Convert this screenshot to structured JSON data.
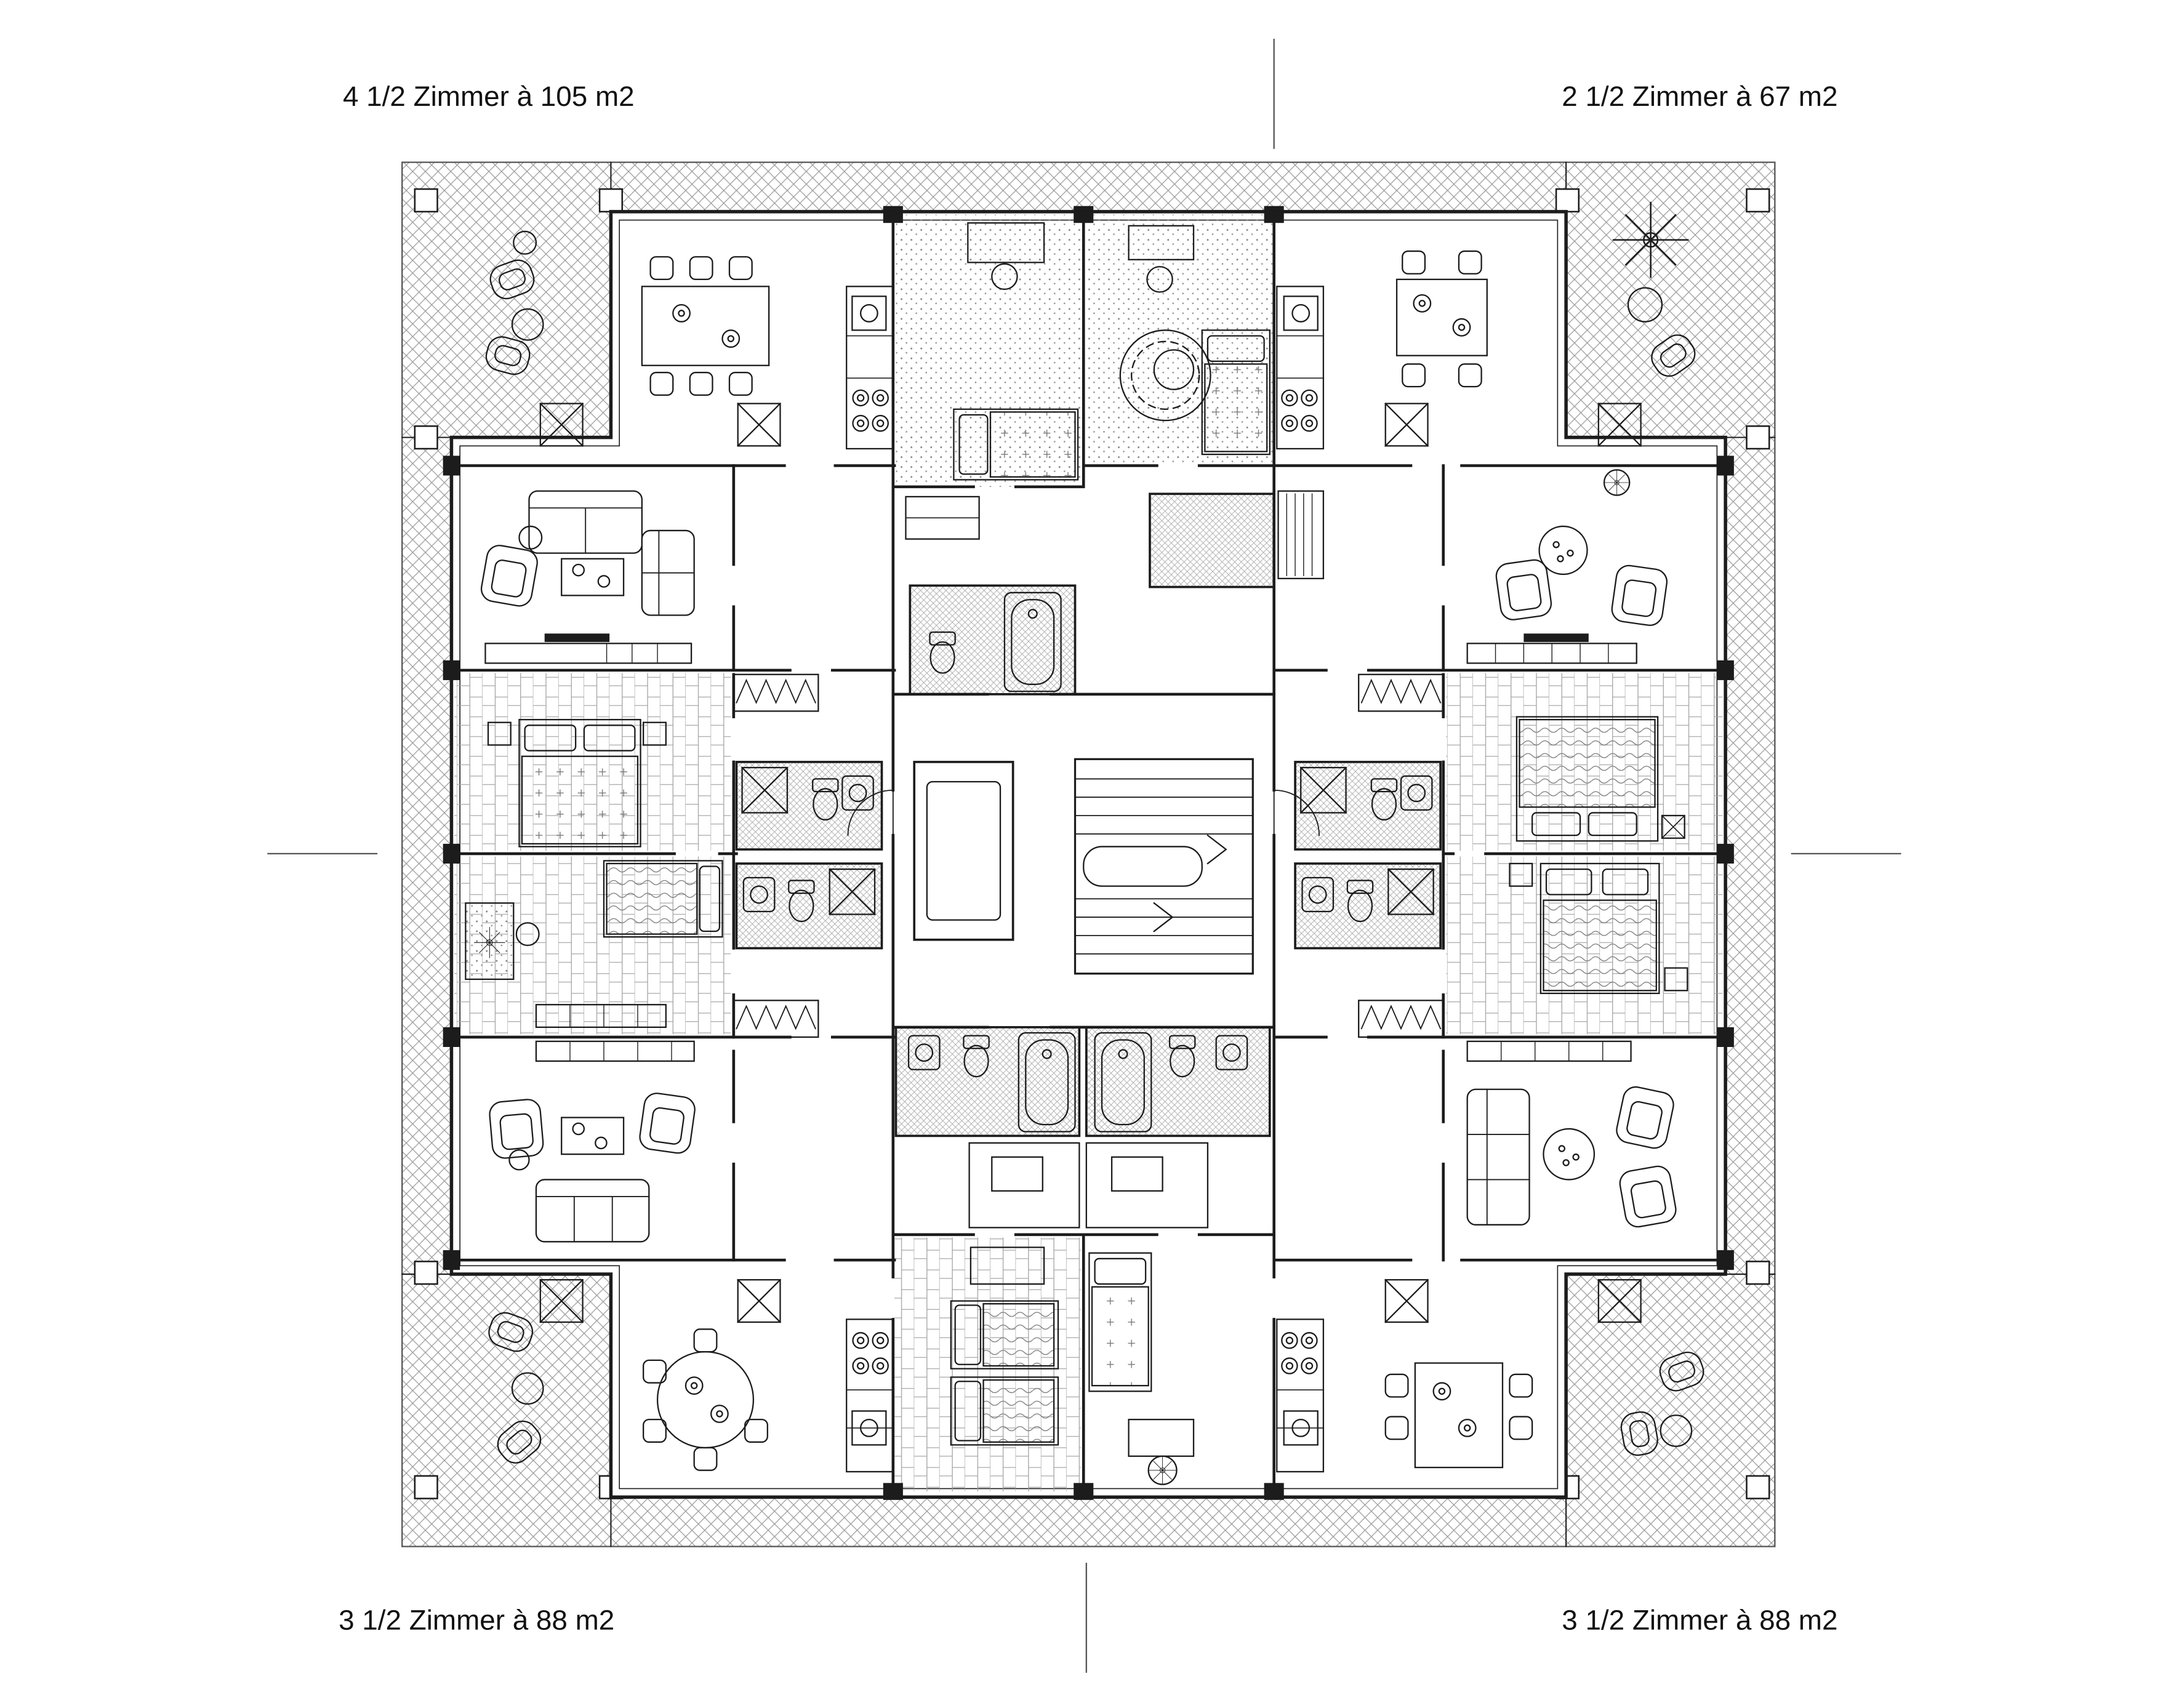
{
  "page": {
    "background": "#ffffff"
  },
  "plan": {
    "type": "residential-floor-plan",
    "apartments": [
      {
        "id": "top-left",
        "label": "4 1/2 Zimmer à 105 m2"
      },
      {
        "id": "top-right",
        "label": "2 1/2 Zimmer à 67 m2"
      },
      {
        "id": "bottom-left",
        "label": "3 1/2 Zimmer à 88 m2"
      },
      {
        "id": "bottom-right",
        "label": "3 1/2 Zimmer à 88 m2"
      }
    ],
    "colors": {
      "ink": "#1c1c1c",
      "hatch": "#9a9a9a",
      "background": "#ffffff"
    }
  }
}
